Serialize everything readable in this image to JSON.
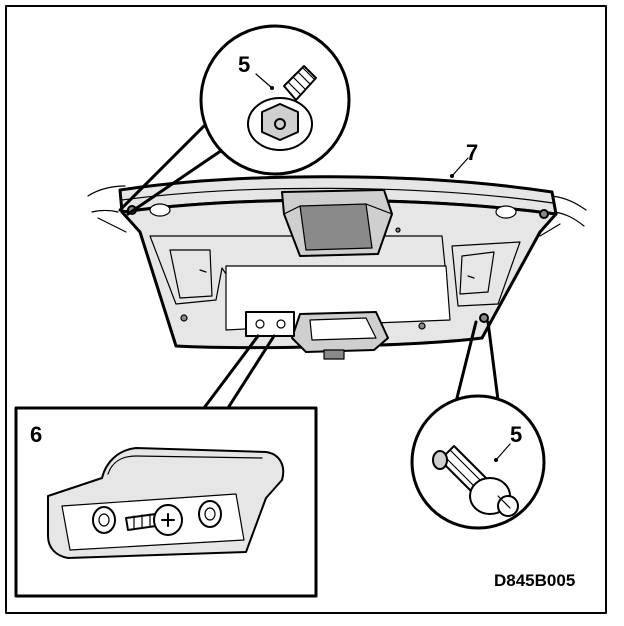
{
  "labels": {
    "bolt_top": "5",
    "panel": "7",
    "detail": "6",
    "clip_right": "5",
    "figure_code": "D845B005"
  },
  "icons": {
    "bolt_top": "hex-flange-bolt-icon",
    "clip_right": "push-clip-fastener-icon",
    "detail_screw": "screw-icon"
  },
  "colors": {
    "line": "#000000",
    "panel_fill": "#e6e6e6",
    "background": "#ffffff"
  }
}
